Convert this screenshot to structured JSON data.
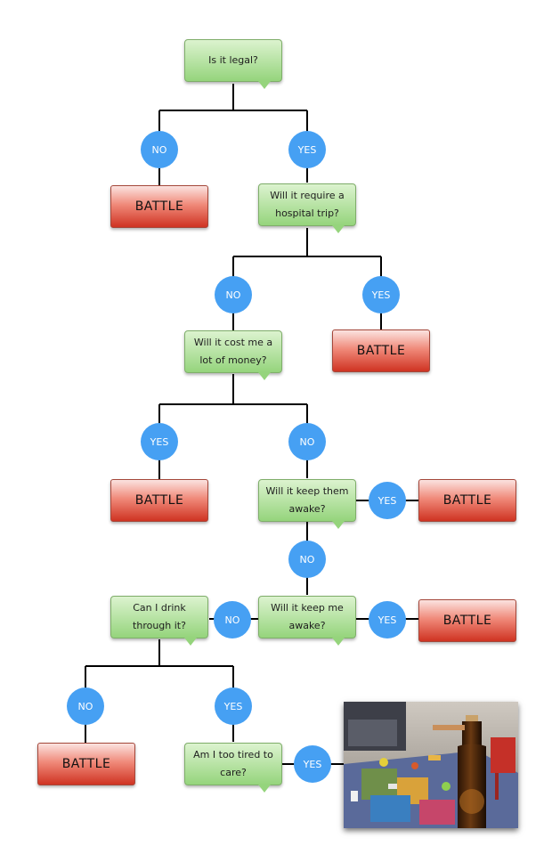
{
  "questions": {
    "legal": "Is it legal?",
    "hospital": "Will it require a hospital trip?",
    "money": "Will it cost me a lot of money?",
    "keep_them": "Will it keep them awake?",
    "keep_me": "Will it keep me awake?",
    "drink": "Can I drink through it?",
    "tired": "Am I too tired to care?"
  },
  "answers": {
    "yes": "YES",
    "no": "NO"
  },
  "outcome": "BATTLE",
  "colors": {
    "question_fill": "#a9dd93",
    "battle_fill": "#e05a47",
    "answer_circle": "#46a0f3",
    "connector": "#000000"
  },
  "final_image": "photo of a messy toy-strewn play mat with a bottle in the foreground"
}
